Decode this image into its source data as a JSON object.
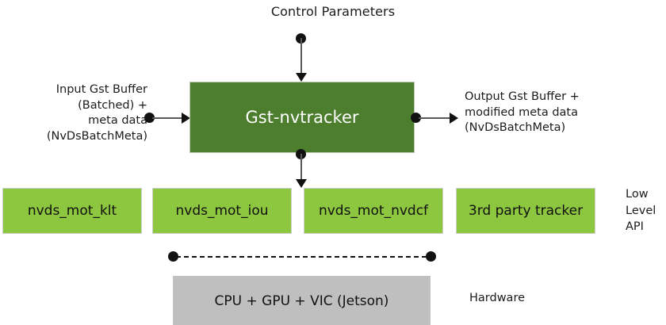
{
  "diagram": {
    "title": "Control Parameters",
    "main_block": {
      "label": "Gst-nvtracker",
      "fill": "#4d7e2e",
      "text_color": "#ffffff"
    },
    "input_label": "Input Gst Buffer\n(Batched) +\nmeta data\n(NvDsBatchMeta)",
    "output_label": "Output Gst Buffer +\nmodified meta data\n(NvDsBatchMeta)",
    "low_level": {
      "side_label": "Low\nLevel\nAPI",
      "fill": "#8dc63f",
      "boxes": [
        {
          "label": "nvds_mot_klt"
        },
        {
          "label": "nvds_mot_iou"
        },
        {
          "label": "nvds_mot_nvdcf"
        },
        {
          "label": "3rd party tracker"
        }
      ]
    },
    "hardware": {
      "label": "CPU + GPU + VIC (Jetson)",
      "side_label": "Hardware",
      "fill": "#bfbfbf"
    },
    "connector_color": "#585858",
    "node_color": "#111111"
  }
}
